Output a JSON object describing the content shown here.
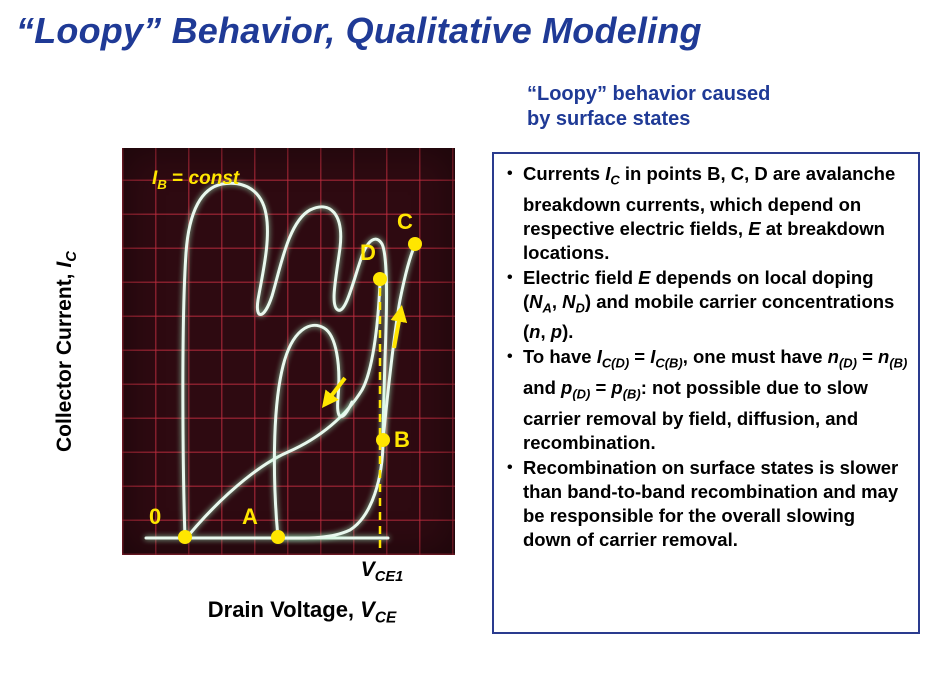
{
  "slide": {
    "title": "“Loopy” Behavior, Qualitative Modeling",
    "subtitle_html": "“Loopy” behavior caused<br>by surface states"
  },
  "figure": {
    "annotation_html": "<i>I<sub>B</sub></i> = <i>const</i>",
    "y_axis_html": "Collector Current, <i>I<sub>C</sub></i>",
    "x_axis_html": "Drain Voltage, <i>V<sub>CE</sub></i>",
    "vce1_html": "<i>V<sub>CE1</sub></i>",
    "points": [
      {
        "label": "0"
      },
      {
        "label": "A"
      },
      {
        "label": "B"
      },
      {
        "label": "C"
      },
      {
        "label": "D"
      }
    ],
    "colors": {
      "trace": "#e9f8ee",
      "annotation_yellow": "#ffe600",
      "scope_background": "#2e0a11",
      "grid_red": "#be2c3e"
    }
  },
  "infobox": {
    "bullets": [
      "Currents <i>I<sub>C</sub></i> in points B, C, D are avalanche breakdown currents, which depend on respective electric fields, <i>E</i> at breakdown locations.",
      "Electric field <i>E</i> depends on local doping (<i>N<sub>A</sub></i>, <i>N<sub>D</sub></i>) and mobile carrier concentrations (<i>n</i>, <i>p</i>).",
      "To have <i>I<sub>C(D)</sub></i> = <i>I<sub>C(B)</sub></i>, one must have <i>n<sub>(D)</sub></i> = <i>n<sub>(B)</sub></i> and <i>p<sub>(D)</sub></i> = <i>p<sub>(B)</sub></i>: not possible due to slow carrier removal by field, diffusion, and recombination.",
      "Recombination on surface states is slower than band-to-band recombination and may be responsible for the overall slowing down of carrier removal."
    ]
  },
  "colors": {
    "accent_blue": "#1f3a96",
    "box_border_blue": "#2a3b8e"
  }
}
